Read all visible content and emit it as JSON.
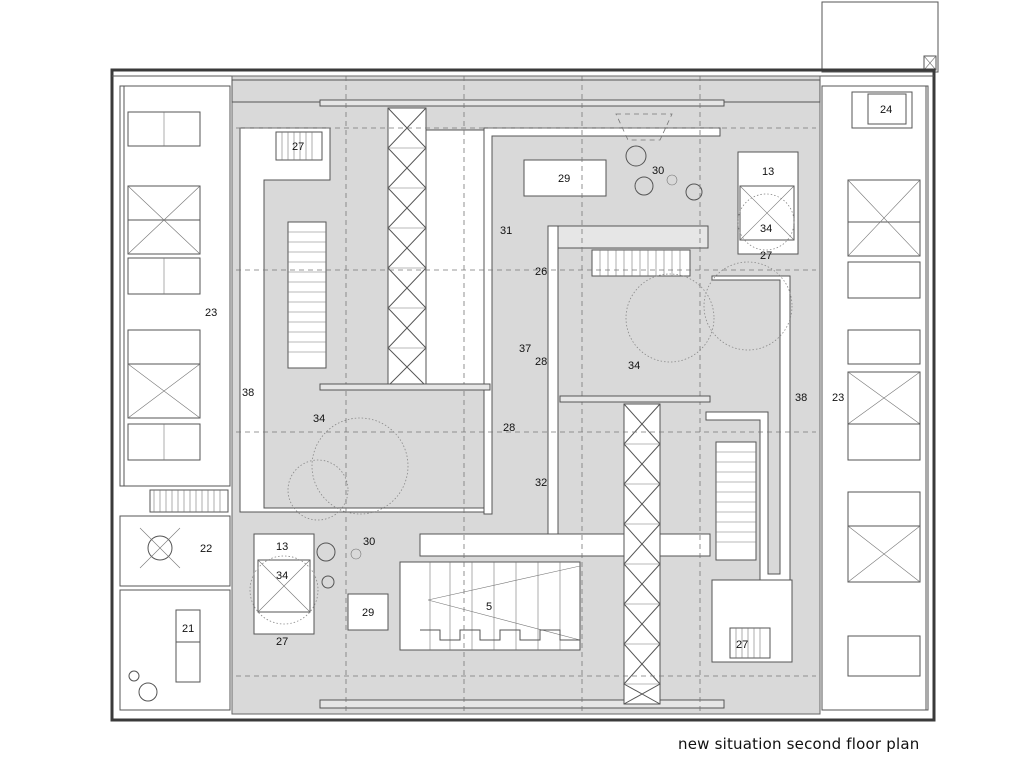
{
  "caption": "new situation second floor plan",
  "room_labels": [
    {
      "id": "r27a",
      "text": "27"
    },
    {
      "id": "r29a",
      "text": "29"
    },
    {
      "id": "r30a",
      "text": "30"
    },
    {
      "id": "r13a",
      "text": "13"
    },
    {
      "id": "r34a",
      "text": "34"
    },
    {
      "id": "r27b",
      "text": "27"
    },
    {
      "id": "r24",
      "text": "24"
    },
    {
      "id": "r31",
      "text": "31"
    },
    {
      "id": "r26",
      "text": "26"
    },
    {
      "id": "r23a",
      "text": "23"
    },
    {
      "id": "r37",
      "text": "37"
    },
    {
      "id": "r28a",
      "text": "28"
    },
    {
      "id": "r34b",
      "text": "34"
    },
    {
      "id": "r38a",
      "text": "38"
    },
    {
      "id": "r38b",
      "text": "38"
    },
    {
      "id": "r23b",
      "text": "23"
    },
    {
      "id": "r34c",
      "text": "34"
    },
    {
      "id": "r28b",
      "text": "28"
    },
    {
      "id": "r32",
      "text": "32"
    },
    {
      "id": "r22",
      "text": "22"
    },
    {
      "id": "r13b",
      "text": "13"
    },
    {
      "id": "r30b",
      "text": "30"
    },
    {
      "id": "r34d",
      "text": "34"
    },
    {
      "id": "r5",
      "text": "5"
    },
    {
      "id": "r29b",
      "text": "29"
    },
    {
      "id": "r21",
      "text": "21"
    },
    {
      "id": "r27c",
      "text": "27"
    },
    {
      "id": "r27d",
      "text": "27"
    }
  ]
}
